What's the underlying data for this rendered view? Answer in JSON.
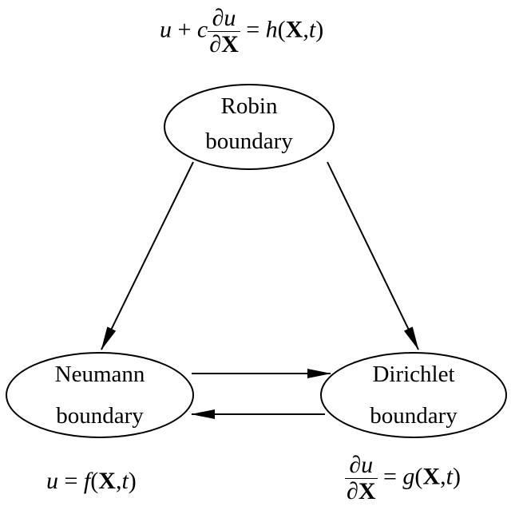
{
  "nodes": {
    "robin": {
      "line1": "Robin",
      "line2": "boundary"
    },
    "neumann": {
      "line1": "Neumann",
      "line2": "boundary"
    },
    "dirichlet": {
      "line1": "Dirichlet",
      "line2": "boundary"
    }
  },
  "equations": {
    "robin": {
      "u": "u",
      "plus": " + ",
      "c": "c",
      "frac_num": "∂u",
      "frac_den": "∂X",
      "eq": " = ",
      "h": "h",
      "args_open": "(",
      "X": "X",
      "comma": ",",
      "t": "t",
      "args_close": ")"
    },
    "neumann": {
      "u": "u",
      "eq": " = ",
      "f": "f",
      "args_open": "(",
      "X": "X",
      "comma": ",",
      "t": "t",
      "args_close": ")"
    },
    "dirichlet": {
      "frac_num": "∂u",
      "frac_den": "∂X",
      "eq": " = ",
      "g": "g",
      "args_open": "(",
      "X": "X",
      "comma": ",",
      "t": "t",
      "args_close": ")"
    }
  },
  "edges": [
    {
      "from": "Robin boundary",
      "to": "Neumann boundary"
    },
    {
      "from": "Robin boundary",
      "to": "Dirichlet boundary"
    },
    {
      "from": "Neumann boundary",
      "to": "Dirichlet boundary"
    },
    {
      "from": "Dirichlet boundary",
      "to": "Neumann boundary"
    }
  ],
  "colors": {
    "stroke": "#000000",
    "background": "#ffffff"
  }
}
